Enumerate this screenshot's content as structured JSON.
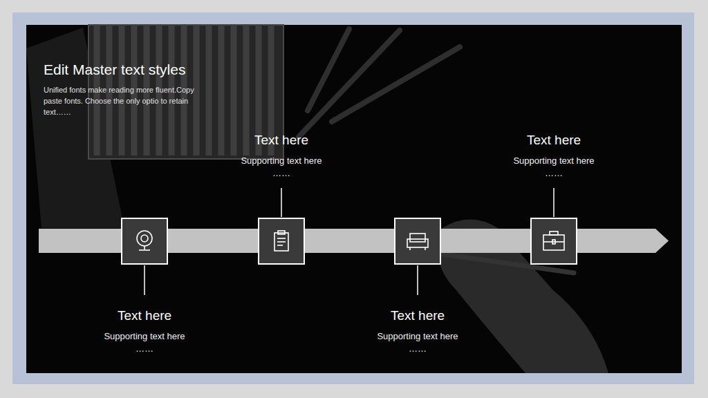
{
  "diagram": {
    "title": "Edit Master text styles",
    "labels": [
      "Unified fonts make reading more fluent.Copy paste fonts. Choose the only optio to retain text……",
      "Text here",
      "Supporting text here ……",
      "Text here",
      "Supporting text here ……",
      "Text here",
      "Supporting text here ……",
      "Text here",
      "Supporting text here ……"
    ]
  }
}
